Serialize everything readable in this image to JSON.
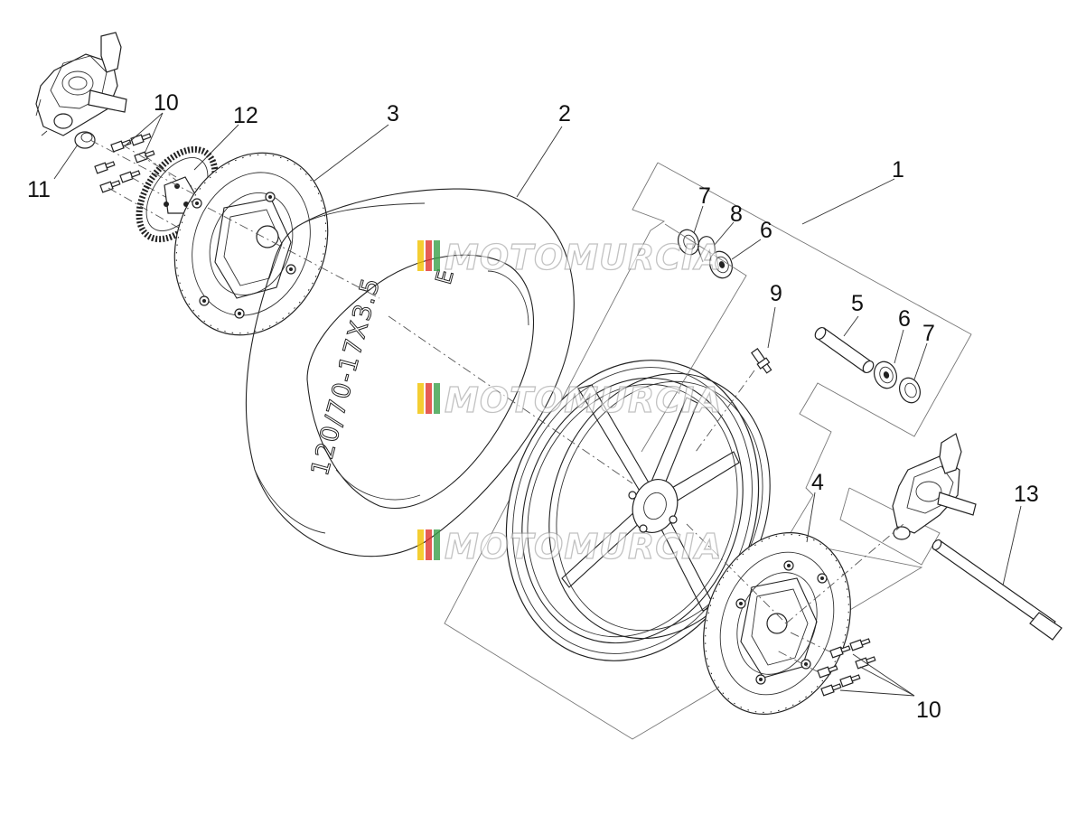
{
  "callouts": {
    "c1": "1",
    "c2": "2",
    "c3": "3",
    "c4": "4",
    "c5": "5",
    "c6a": "6",
    "c6b": "6",
    "c7a": "7",
    "c7b": "7",
    "c8": "8",
    "c9": "9",
    "c10a": "10",
    "c10b": "10",
    "c11": "11",
    "c12": "12",
    "c13": "13"
  },
  "tire_marking": "120/70-17X3.5",
  "watermark": "MOTOMURCIA",
  "colors": {
    "line": "#222222",
    "watermark_red": "#e0342b",
    "watermark_yellow": "#f2c200",
    "watermark_green": "#3aa14a"
  },
  "icons": [
    "brake-caliper-icon",
    "brake-disc-icon",
    "tire-icon",
    "wheel-rim-icon",
    "axle-icon",
    "bearing-icon",
    "bolt-icon",
    "abs-ring-icon",
    "valve-icon"
  ]
}
